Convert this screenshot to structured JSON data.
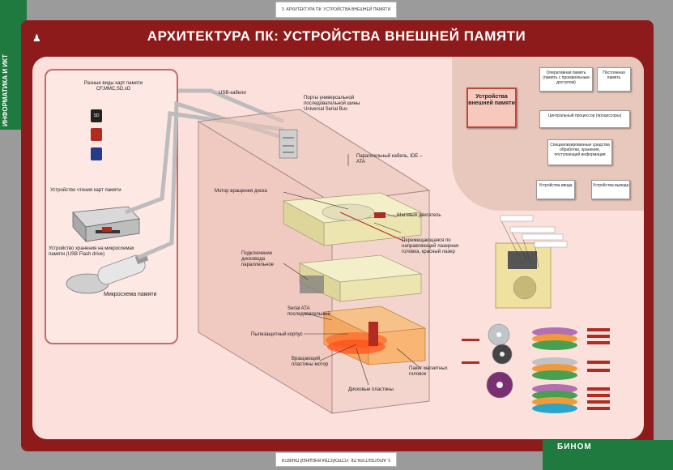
{
  "poster": {
    "side_title": "ИНФОРМАТИКА И ИКТ",
    "side_subtitle": "",
    "top_note": "3. АРХИТЕКТУРА ПК: УСТРОЙСТВА ВНЕШНЕЙ ПАМЯТИ",
    "bottom_note": "3. АРХИТЕКТУРА ПК: УСТРОЙСТВА ВНЕШНЕЙ ПАМЯТИ",
    "title": "АРХИТЕКТУРА ПК: УСТРОЙСТВА ВНЕШНЕЙ ПАМЯТИ",
    "publisher": "БИНОМ"
  },
  "left": {
    "card_types": "Разные виды карт памяти CF,MMC,SD,xD",
    "card_labels": [
      "SD",
      "",
      ""
    ],
    "reader": "Устройство чтения карт памяти",
    "flash": "Устройство хранения на микросхемах памяти (USB Flash drive)",
    "chip": "Микросхема памяти"
  },
  "center": {
    "usb_cables": "USB-кабели",
    "usb_ports": "Порты универсальной последовательной шины Universal Serial Bus",
    "parallel_cable": "Параллельный кабель, IDE – ATA",
    "disk_motor": "Мотор вращения диска",
    "stepper": "Шаговый двигатель",
    "laser_head": "Перемещающаяся по направляющей лазерная головка, красный лазер",
    "drive_connection": "Подключение дисковода параллельное",
    "serial_ata": "Serial ATA последовательный",
    "dust_case": "Пылезащитный корпус",
    "platter_motor": "Вращающий пластины мотор",
    "head_pack": "Пакет магнитных головок",
    "platters": "Дисковые пластины"
  },
  "arch": {
    "external": "Устройства внешней памяти",
    "ram": "Оперативная память (память с произвольным доступом)",
    "rom": "Постоянная память",
    "cpu": "Центральный процессор (процессоры)",
    "control": "Специализированные средства обработки, хранения, поступающей информации",
    "input": "Устройства ввода",
    "output": "Устройства вывода"
  },
  "colors": {
    "frame": "#8e1b1b",
    "panel": "#fbe0dc",
    "green": "#1f7a3f"
  }
}
